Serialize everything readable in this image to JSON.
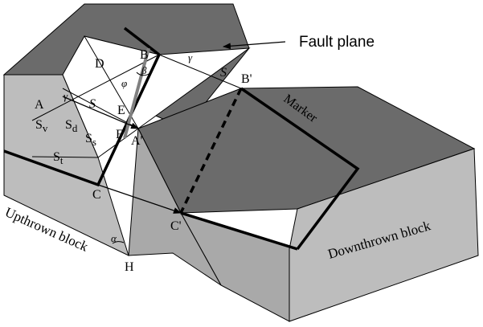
{
  "title": "Fault plane",
  "blocks": {
    "upthrown": "Upthrown block",
    "downthrown": "Downthrown block"
  },
  "marker": "Marker",
  "points": {
    "A": "A",
    "A_prime": "A'",
    "B": "B",
    "B_prime": "B'",
    "C": "C",
    "C_prime": "C'",
    "D": "D",
    "E": "E",
    "F": "F",
    "H": "H"
  },
  "angles": {
    "alpha": "α",
    "beta": "β",
    "gamma": "γ",
    "phi": "φ"
  },
  "slips": {
    "S": "S",
    "Sd": "S",
    "Sd_sub": "d",
    "Ss": "S",
    "Ss_sub": "s",
    "Sv": "S",
    "Sv_sub": "v",
    "St": "S",
    "St_sub": "t"
  },
  "colors": {
    "top_dark": "#6b6b6b",
    "side_light": "#bdbdbd",
    "side_mid": "#a9a9a9",
    "fault_plane": "#ffffff",
    "lines": "#000000",
    "rake": "#808080"
  }
}
